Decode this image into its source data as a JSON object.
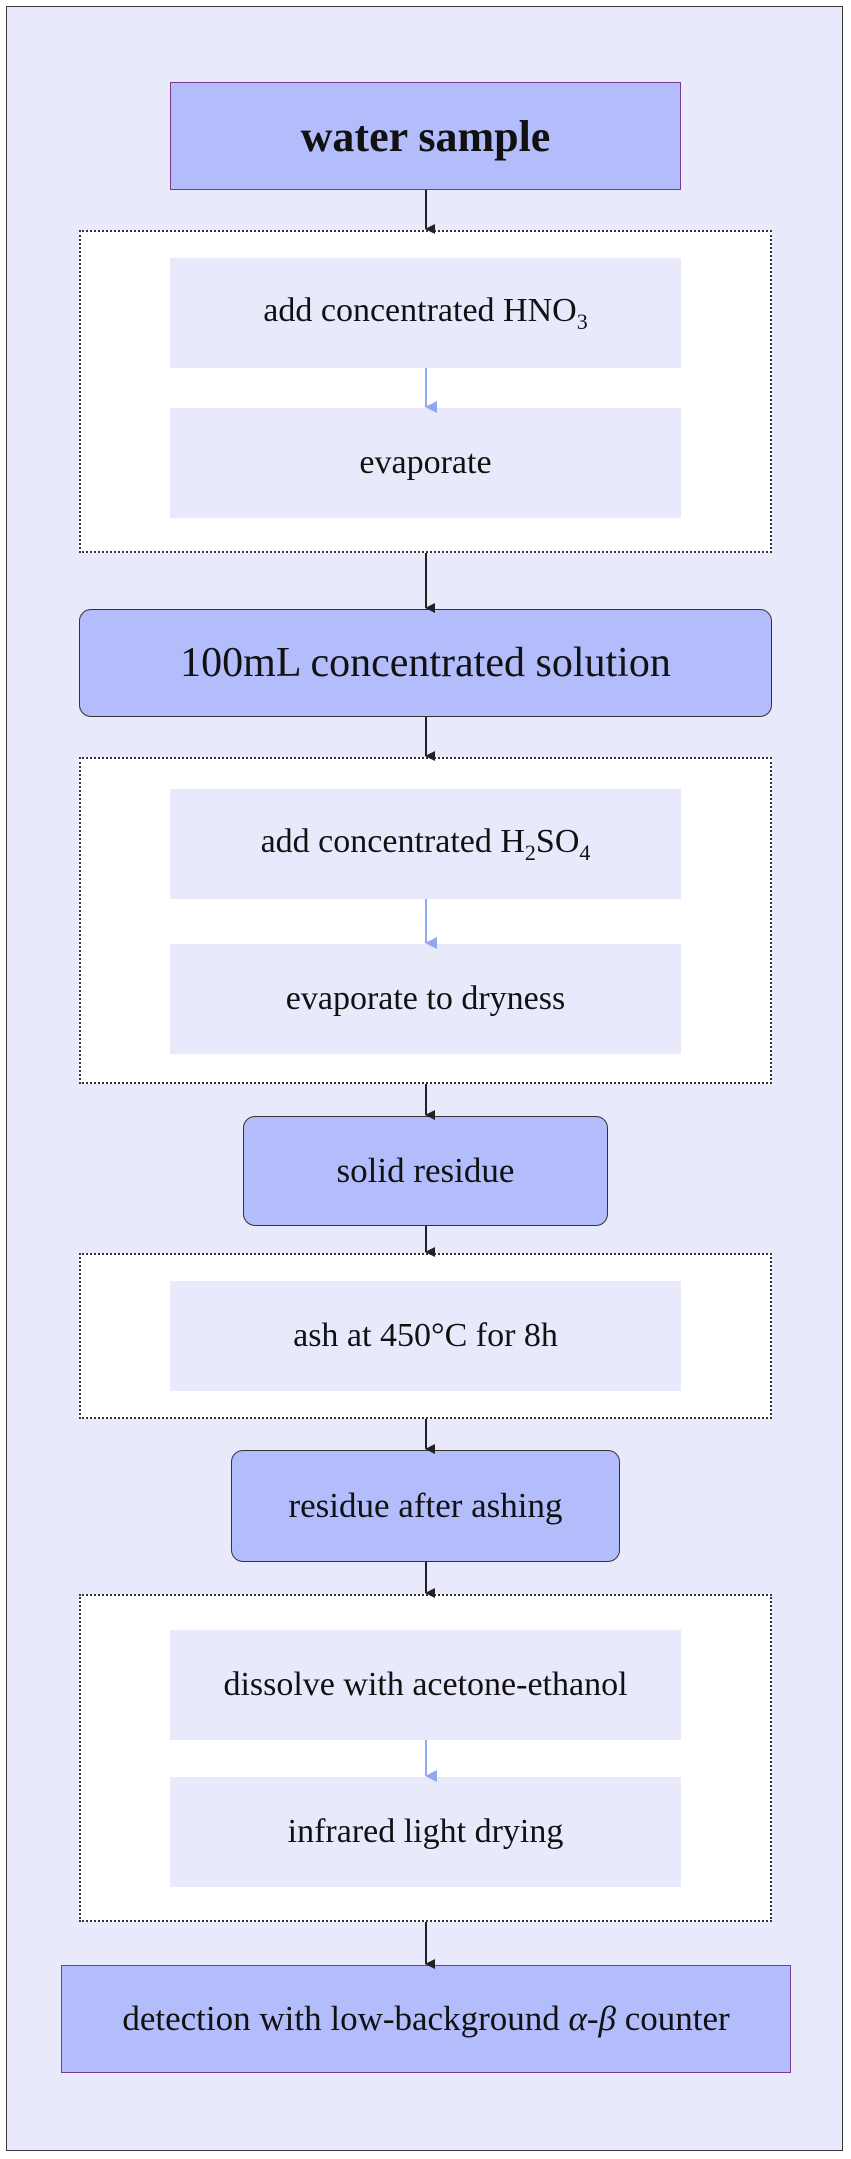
{
  "nodes": {
    "water_sample": "water sample",
    "add_hno3": {
      "text": "add concentrated HNO",
      "sub": "3"
    },
    "evaporate": "evaporate",
    "concentrated_solution": "100mL concentrated solution",
    "add_h2so4": {
      "t1": "add concentrated H",
      "s1": "2",
      "t2": "SO",
      "s2": "4"
    },
    "evaporate_dryness": "evaporate to dryness",
    "solid_residue": "solid residue",
    "ash": "ash at 450°C for 8h",
    "residue_after_ashing": "residue after ashing",
    "dissolve": "dissolve with acetone-ethanol",
    "infrared": "infrared light drying",
    "detection": {
      "pre": "detection with low-background ",
      "greek": "α-β",
      "post": " counter"
    }
  },
  "colors": {
    "background": "#e8eafc",
    "node_fill": "#b3bdfb",
    "inner_fill": "#e8eafc",
    "inner_arrow": "#8fa8f0",
    "main_arrow": "#222222"
  }
}
